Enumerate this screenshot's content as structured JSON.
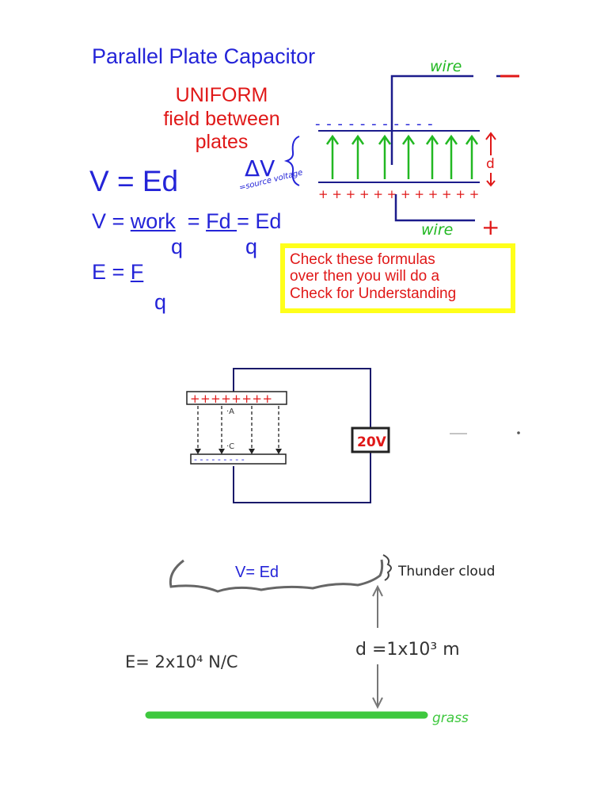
{
  "title": "Parallel Plate Capacitor",
  "uniform_note": [
    "UNIFORM",
    "field between",
    "plates"
  ],
  "equation_main": "V = Ed",
  "equation_work": {
    "lhs": "V = ",
    "work": "work",
    "mid1": "  = ",
    "fd": "Fd ",
    "tail": "= Ed"
  },
  "denominators": {
    "q1": "q",
    "q2": "q",
    "q3": "q"
  },
  "equation_E": {
    "lhs": "E = ",
    "F": "F"
  },
  "check_box": {
    "lines": [
      "Check these formulas",
      "over then you will do a",
      "Check for Understanding"
    ],
    "border_color": "#ffff1a"
  },
  "capacitor_labels": {
    "wire_top": "wire",
    "wire_bottom": "wire",
    "minus": "−",
    "plus": "+",
    "d": "d",
    "delta_v": "ΔV",
    "source_voltage": "=source voltage",
    "top_plate": "- - - - - - - - - - -",
    "bottom_plate": "+ + + + + + + + + + + +"
  },
  "circuit": {
    "battery": "20V",
    "point_a": "·A",
    "point_c": "·C",
    "top_plate": "++++++++",
    "bottom_plate": "- - - - - - - - -"
  },
  "cloud_example": {
    "equation": "V= Ed",
    "cloud_label": "Thunder cloud",
    "E_value": "E= 2x10⁴ N/C",
    "d_value": "d =1x10³ m",
    "ground_label": "grass"
  },
  "colors": {
    "blue": "#2424d8",
    "red": "#e01818",
    "green": "#22b822",
    "navy": "#1c1c8c",
    "grass": "#3ec83e"
  }
}
